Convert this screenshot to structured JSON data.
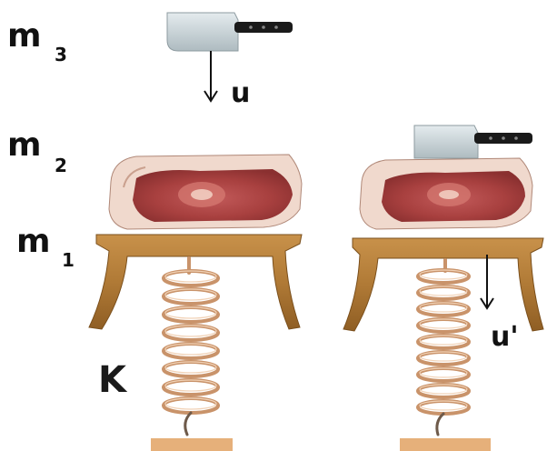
{
  "labels": {
    "m3": "m",
    "m3_sub": "3",
    "m2": "m",
    "m2_sub": "2",
    "m1": "m",
    "m1_sub": "1",
    "u": "u",
    "u_prime": "u'",
    "K": "K"
  },
  "colors": {
    "platform_wood": "#b07a36",
    "spring_copper": "#c9936a",
    "meat_red": "#b84a4a",
    "meat_fat": "#f1dcd2",
    "blade_steel": "#c9d3d6",
    "handle_black": "#1a1a1a",
    "base_wood": "#e6b07a"
  }
}
